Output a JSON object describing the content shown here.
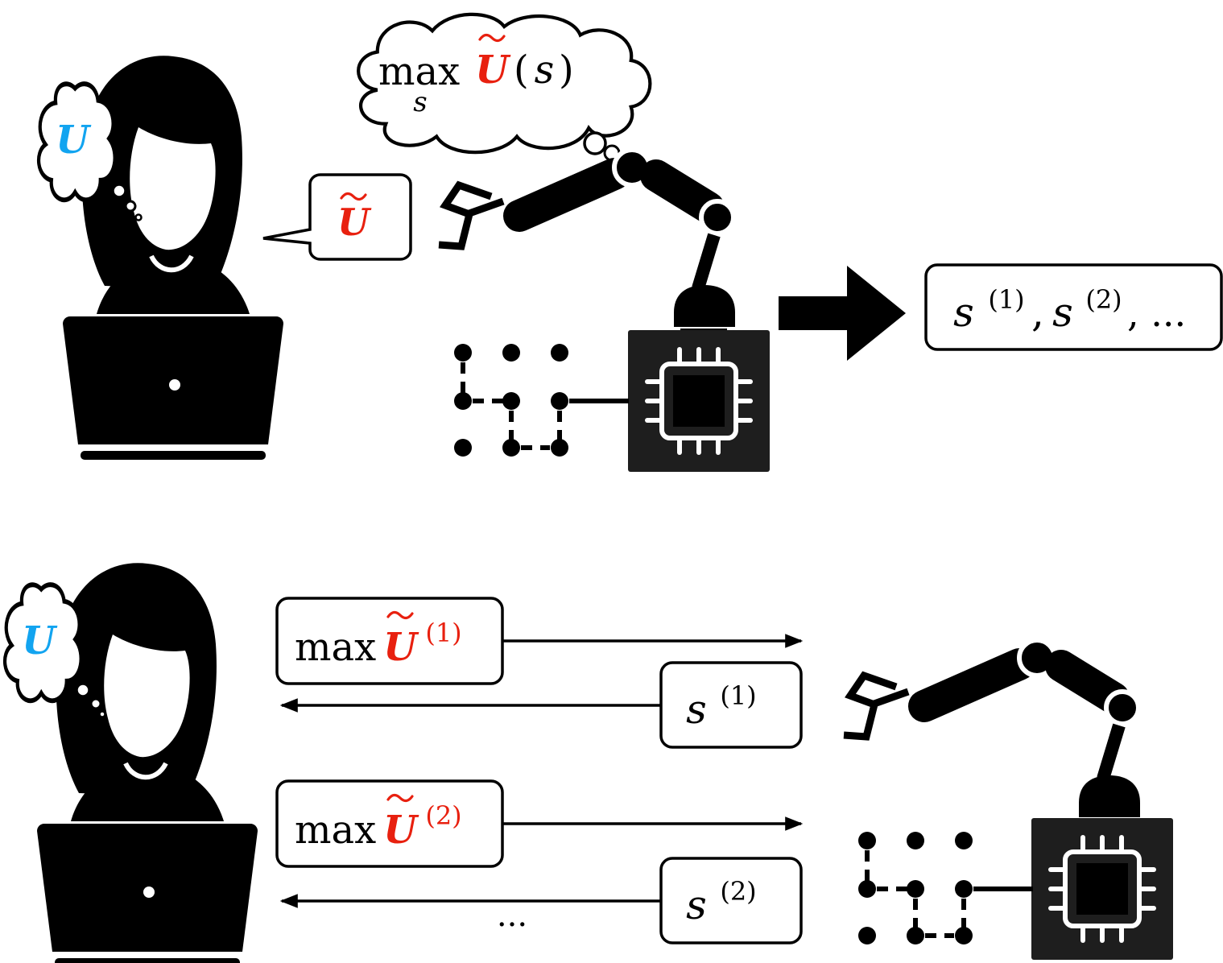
{
  "colors": {
    "ink": "#000000",
    "chip_fill": "#1e1e1e",
    "true_utility": "#12a4f0",
    "proxy_utility": "#e8200f",
    "paper": "#ffffff"
  },
  "icons": {
    "person": "person-at-laptop-icon",
    "robot": "robot-arm-icon",
    "chip": "cpu-chip-icon",
    "circuit": "circuit-nodes-icon",
    "arrow": "right-arrow-icon"
  },
  "top_panel": {
    "true_utility_label": "U",
    "speech_proxy_label": "U",
    "robot_thought": {
      "max_label": "max",
      "max_subscript": "s",
      "proxy_label": "U",
      "open_paren": "(",
      "argument": "s",
      "close_paren": ")"
    },
    "output": {
      "s1": "s",
      "sup1": "(1)",
      "sep1": ",",
      "s2": "s",
      "sup2": "(2)",
      "tail": ", ..."
    }
  },
  "bottom_panel": {
    "true_utility_label": "U",
    "queries": [
      {
        "max_label": "max",
        "proxy_label": "U",
        "superscript": "(1)"
      },
      {
        "max_label": "max",
        "proxy_label": "U",
        "superscript": "(2)"
      }
    ],
    "responses": [
      {
        "variable": "s",
        "superscript": "(1)"
      },
      {
        "variable": "s",
        "superscript": "(2)"
      }
    ],
    "continuation": "..."
  }
}
